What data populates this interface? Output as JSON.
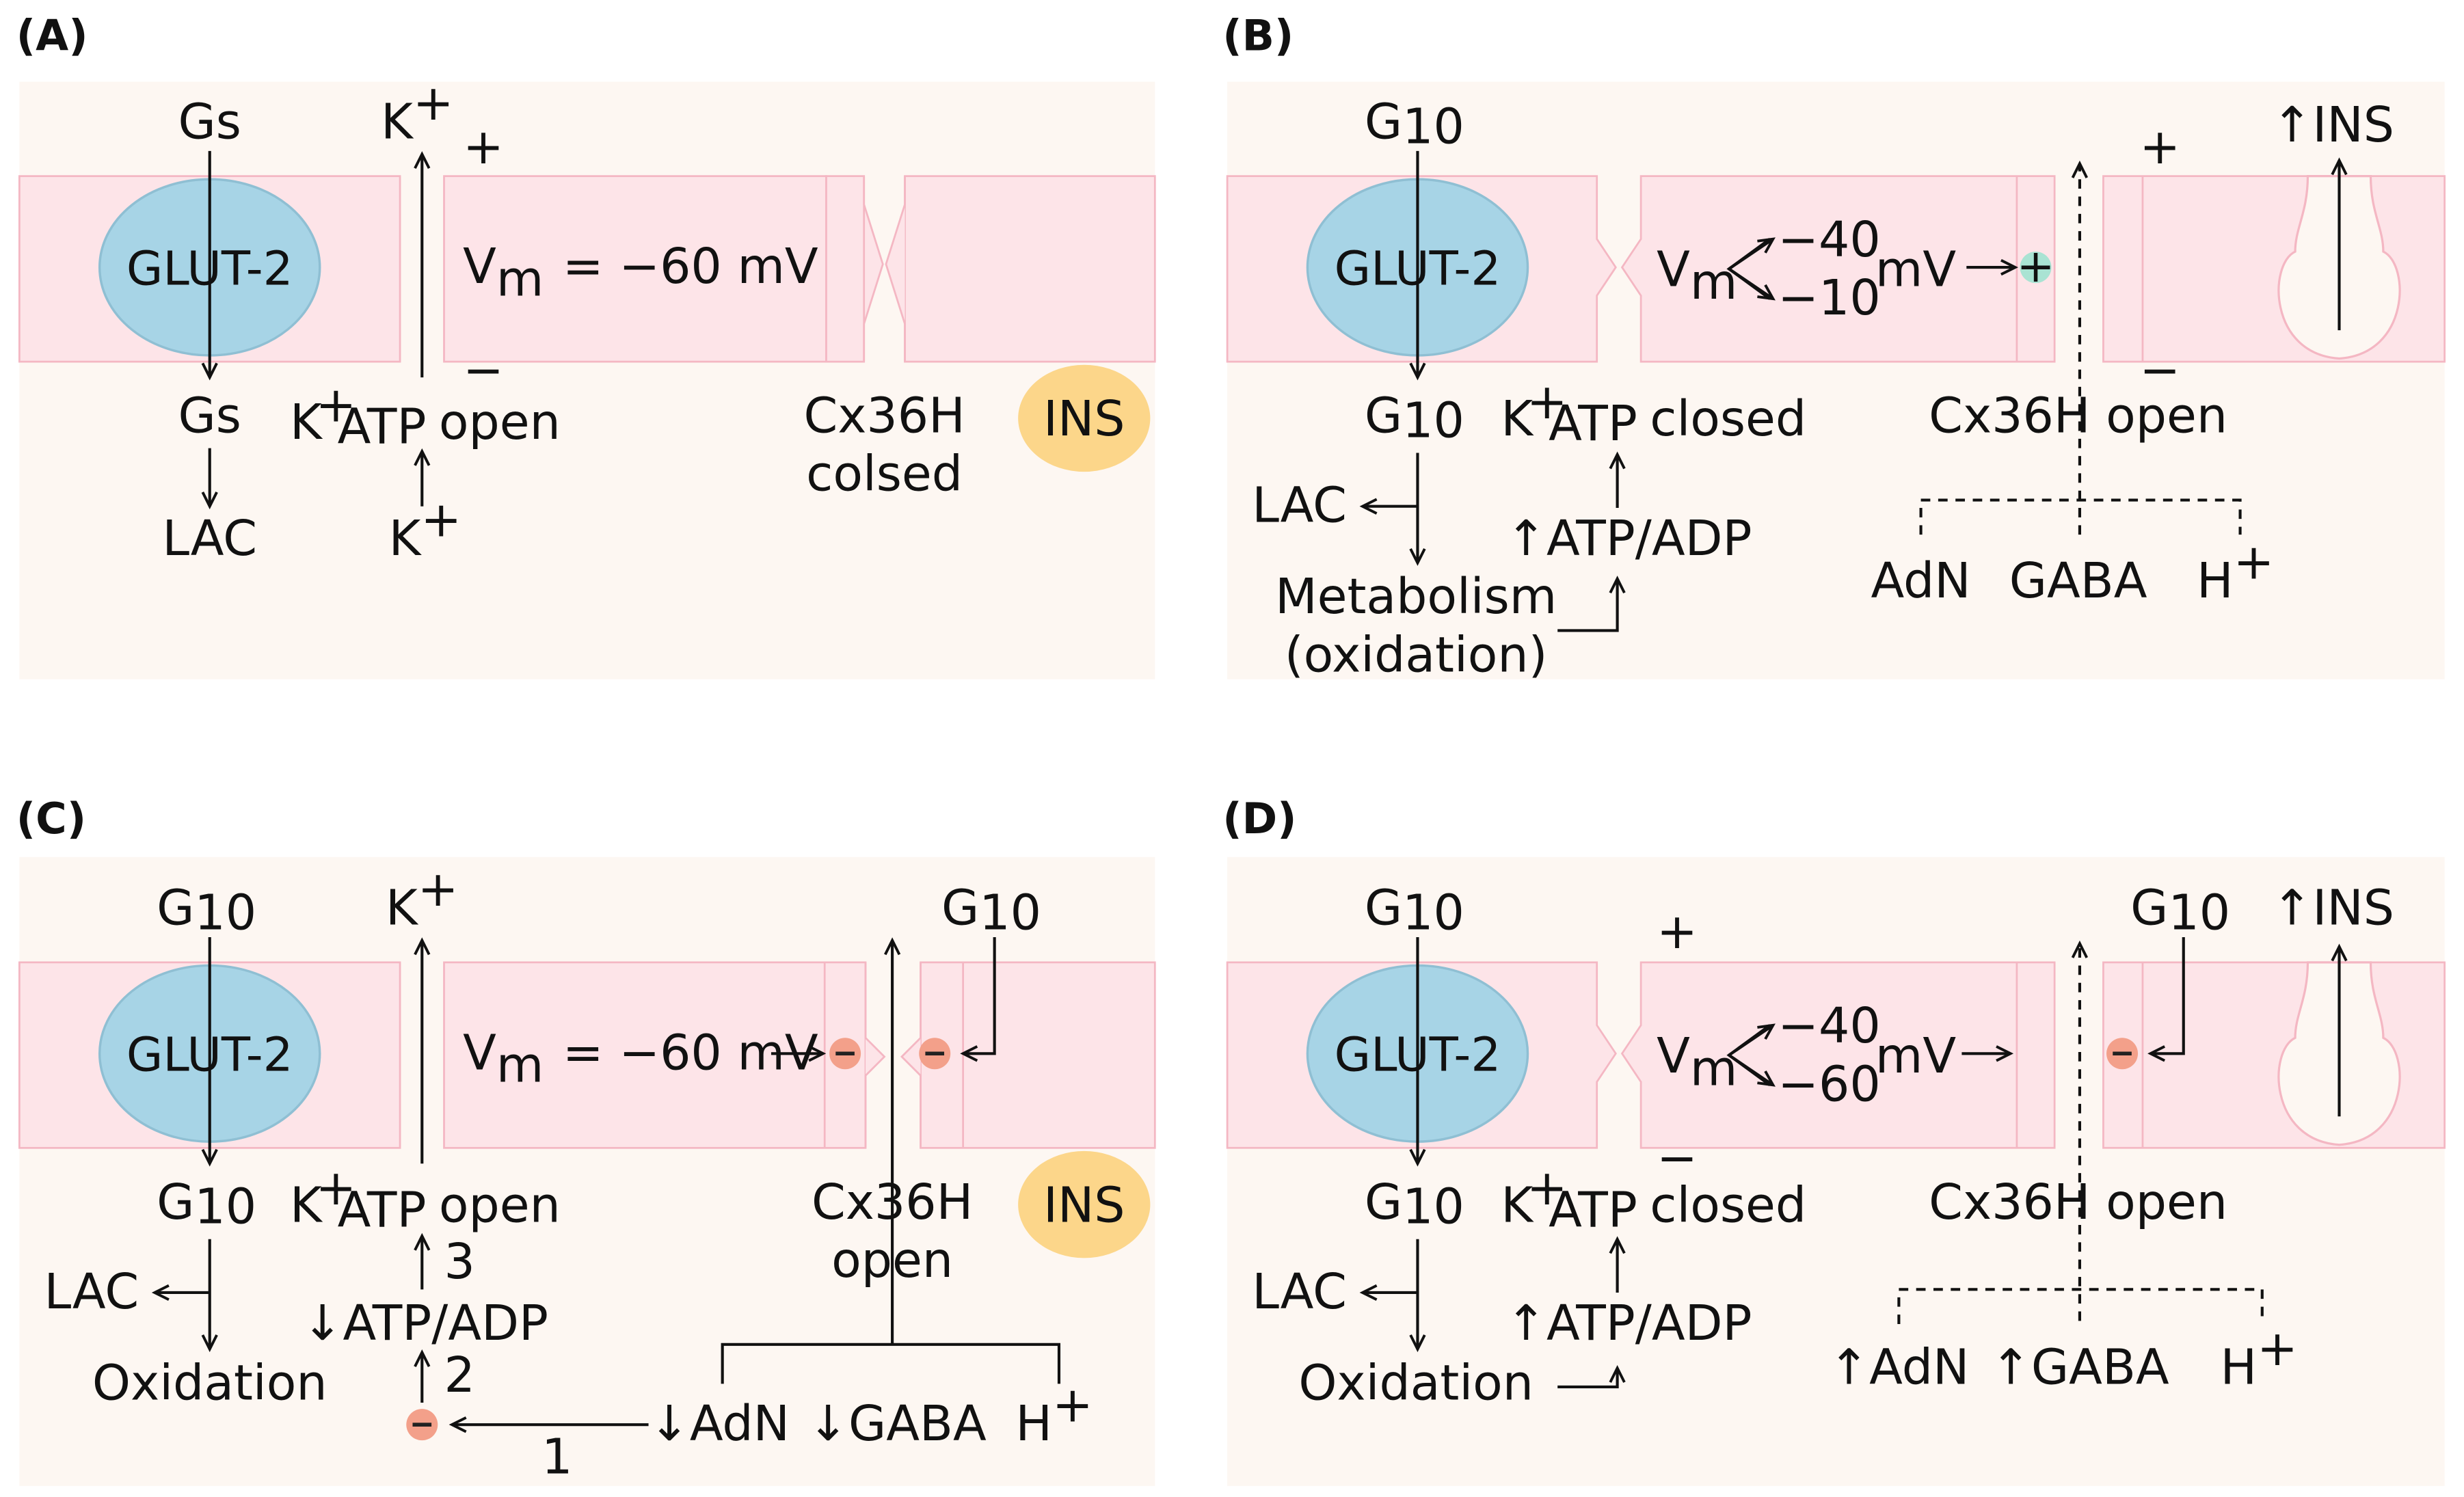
{
  "colors": {
    "panel_bg": "#fdf7f2",
    "membrane_fill": "#fde4e8",
    "membrane_edge": "#f4b7c3",
    "glut2_fill": "#a7d4e6",
    "glut2_edge": "#8fbfd3",
    "ins_fill": "#fcd68a",
    "inhibit_dot": "#f3a08a",
    "activate_dot": "#a9e3d3"
  },
  "panel_a": {
    "tag": "(A)",
    "transporter_label": "GLUT-2",
    "glucose_top": "Gs",
    "glucose_bottom": "Gs",
    "lactate": "LAC",
    "k_top": "K",
    "k_bottom": "K",
    "k_sup": "+",
    "katp_k": "K",
    "katp_sup": "+",
    "katp_sub": "ATP",
    "katp_state": "open",
    "plus": "+",
    "minus": "−",
    "vm_v": "V",
    "vm_sub": "m",
    "vm_value": "= −60 mV",
    "cx_label": "Cx36H",
    "cx_state": "colsed",
    "ins": "INS"
  },
  "panel_b": {
    "tag": "(B)",
    "transporter_label": "GLUT-2",
    "glucose_top": "G",
    "glucose_top_sub": "10",
    "glucose_bottom": "G",
    "glucose_bottom_sub": "10",
    "lactate": "LAC",
    "metabolism": "Metabolism",
    "metabolism_note": "(oxidation)",
    "atp_adp": "↑ATP/ADP",
    "katp_k": "K",
    "katp_sup": "+",
    "katp_sub": "ATP",
    "katp_state": "closed",
    "vm_v": "V",
    "vm_sub": "m",
    "vm_high": "−40",
    "vm_low": "−10",
    "vm_unit": "mV",
    "activate_sign": "+",
    "cx_label": "Cx36H open",
    "plus": "+",
    "minus": "−",
    "ins_release": "↑INS",
    "signals": [
      "AdN",
      "GABA",
      "H"
    ],
    "h_sup": "+"
  },
  "panel_c": {
    "tag": "(C)",
    "transporter_label": "GLUT-2",
    "glucose_top": "G",
    "glucose_top_sub": "10",
    "glucose_bottom": "G",
    "glucose_bottom_sub": "10",
    "glucose_right": "G",
    "glucose_right_sub": "10",
    "lactate": "LAC",
    "oxidation": "Oxidation",
    "k_top": "K",
    "k_sup": "+",
    "katp_k": "K",
    "katp_sup": "+",
    "katp_sub": "ATP",
    "katp_state": "open",
    "step_3": "3",
    "atp_adp": "↓ATP/ADP",
    "step_2": "2",
    "step_1": "1",
    "vm_v": "V",
    "vm_sub": "m",
    "vm_value": "= −60 mV",
    "cx_label": "Cx36H",
    "cx_state": "open",
    "ins": "INS",
    "signals": [
      "↓AdN",
      "↓GABA",
      "H"
    ],
    "h_sup": "+"
  },
  "panel_d": {
    "tag": "(D)",
    "transporter_label": "GLUT-2",
    "glucose_top": "G",
    "glucose_top_sub": "10",
    "glucose_bottom": "G",
    "glucose_bottom_sub": "10",
    "glucose_right": "G",
    "glucose_right_sub": "10",
    "lactate": "LAC",
    "oxidation": "Oxidation",
    "atp_adp": "↑ATP/ADP",
    "katp_k": "K",
    "katp_sup": "+",
    "katp_sub": "ATP",
    "katp_state": "closed",
    "plus": "+",
    "minus": "−",
    "vm_v": "V",
    "vm_sub": "m",
    "vm_high": "−40",
    "vm_low": "−60",
    "vm_unit": "mV",
    "cx_label": "Cx36H open",
    "ins_release": "↑INS",
    "signals": [
      "↑AdN",
      "↑GABA",
      "H"
    ],
    "h_sup": "+"
  }
}
